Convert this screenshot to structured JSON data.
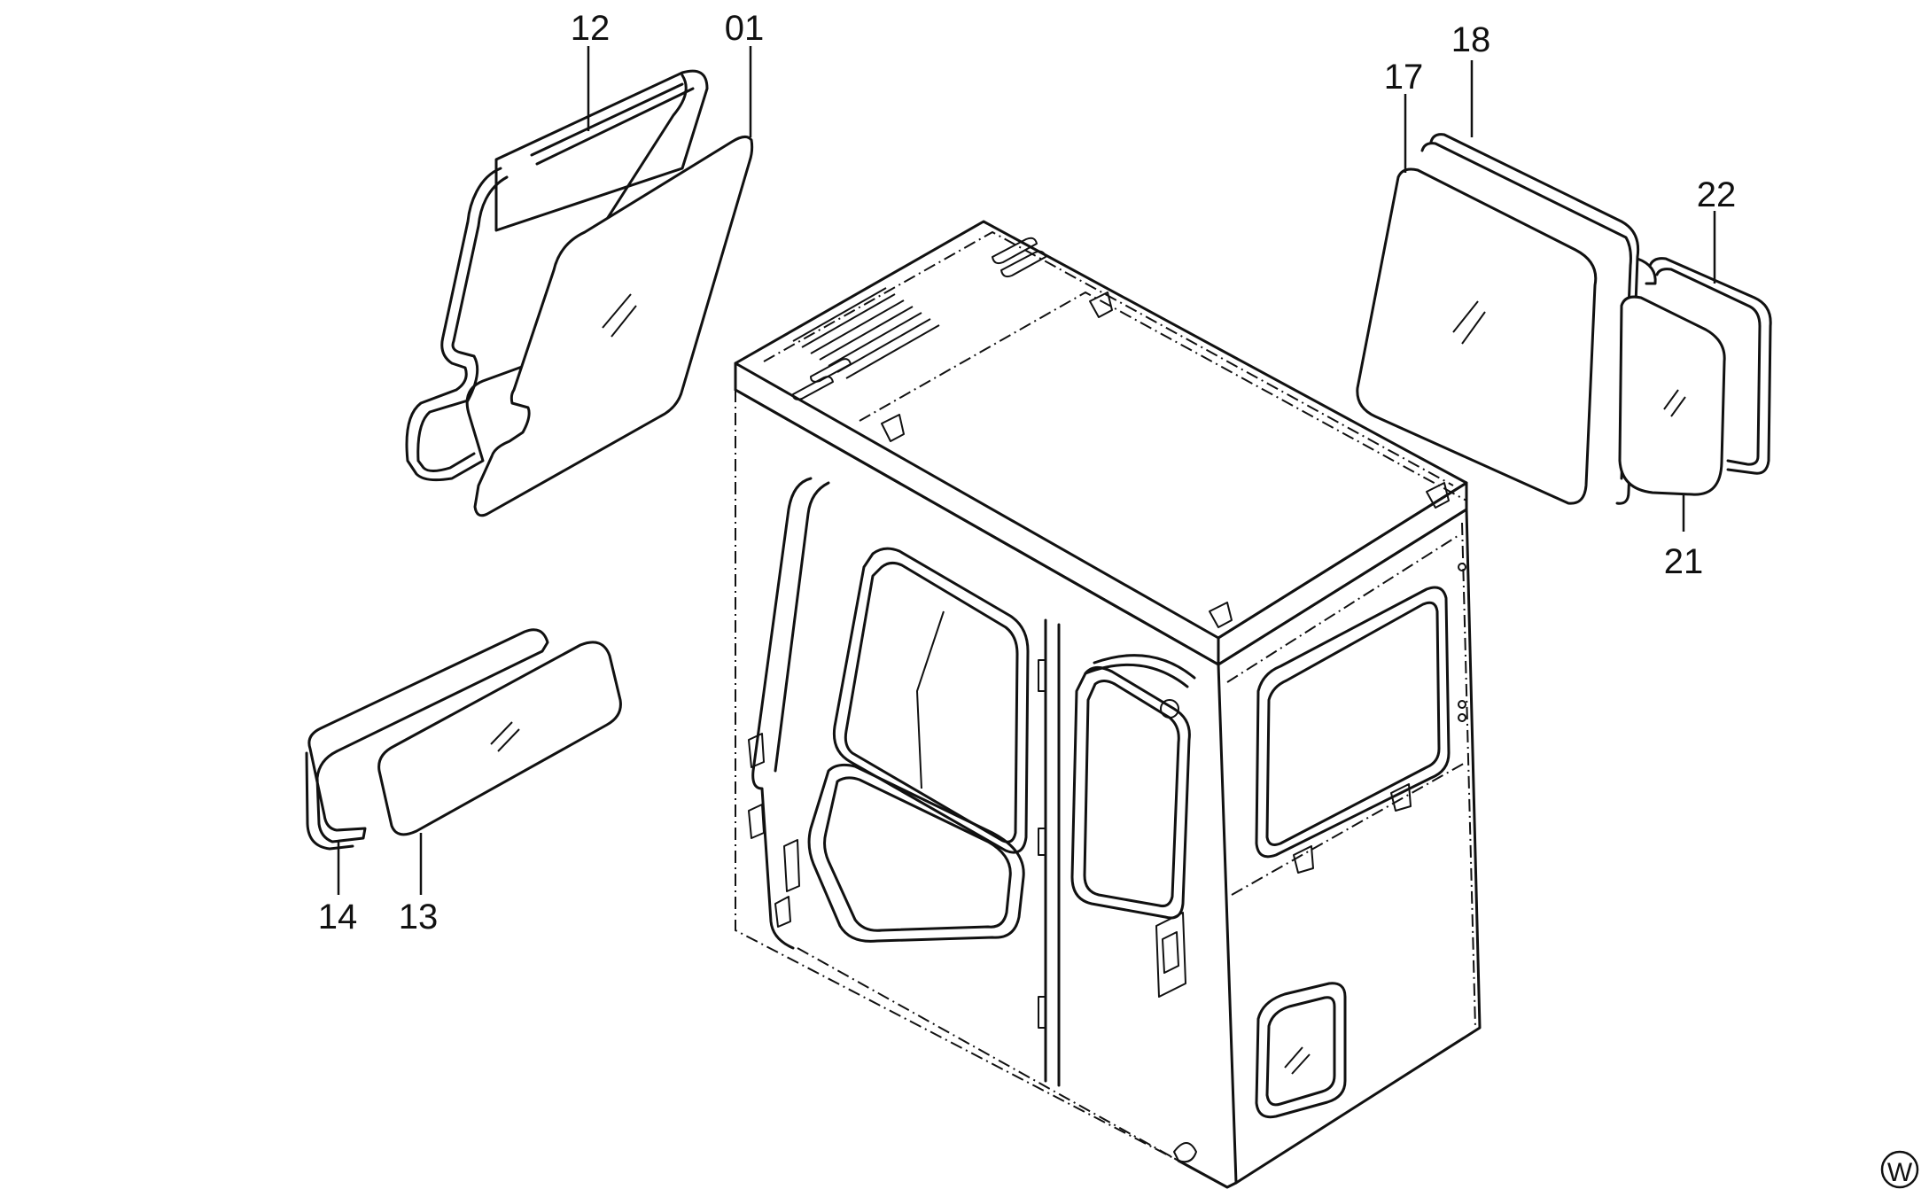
{
  "callouts": {
    "c01": "01",
    "c12": "12",
    "c13": "13",
    "c14": "14",
    "c17": "17",
    "c18": "18",
    "c21": "21",
    "c22": "22"
  },
  "badge": "W"
}
